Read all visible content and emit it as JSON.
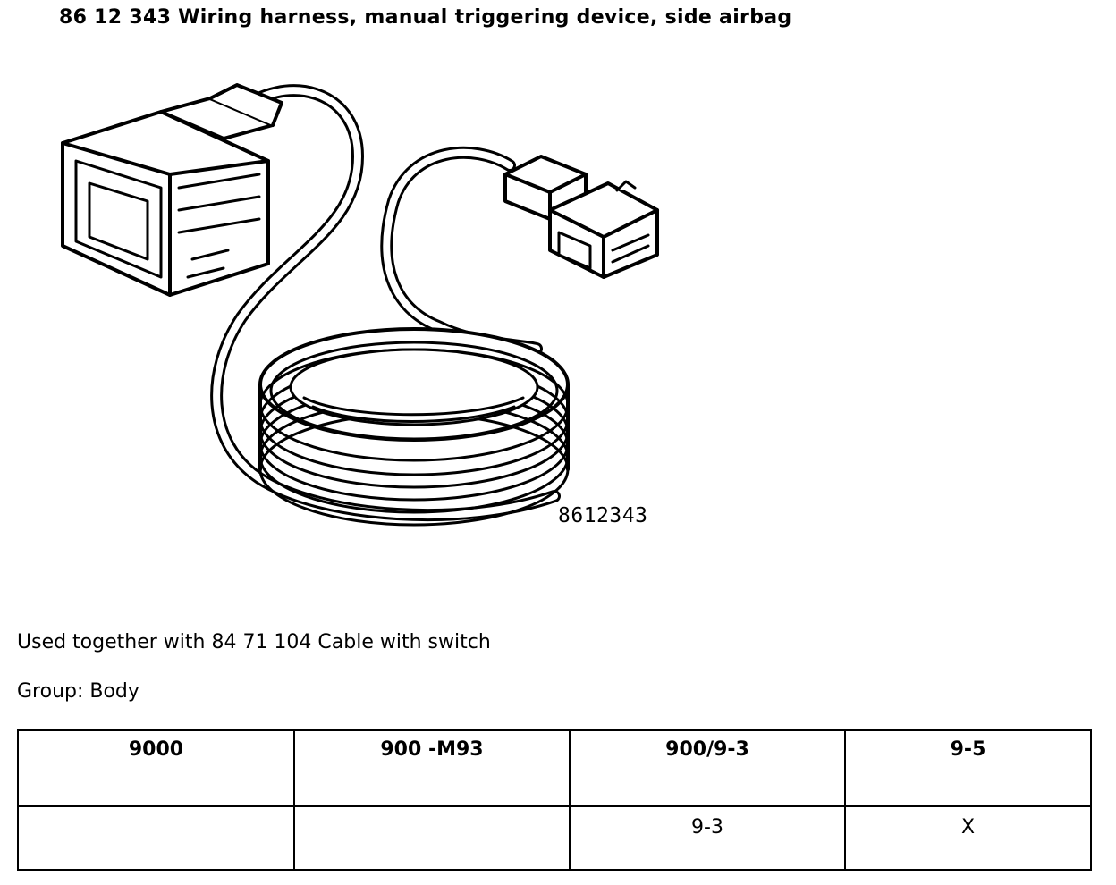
{
  "document": {
    "title": "86 12 343 Wiring harness, manual triggering device, side airbag",
    "figure_number": "8612343",
    "used_together": "Used together with 84 71 104 Cable with switch",
    "group": "Group: Body"
  },
  "models_table": {
    "headers": [
      "9000",
      "900 -M93",
      "900/9-3",
      "9-5"
    ],
    "rows": [
      [
        "",
        "",
        "9-3",
        "X"
      ]
    ]
  }
}
